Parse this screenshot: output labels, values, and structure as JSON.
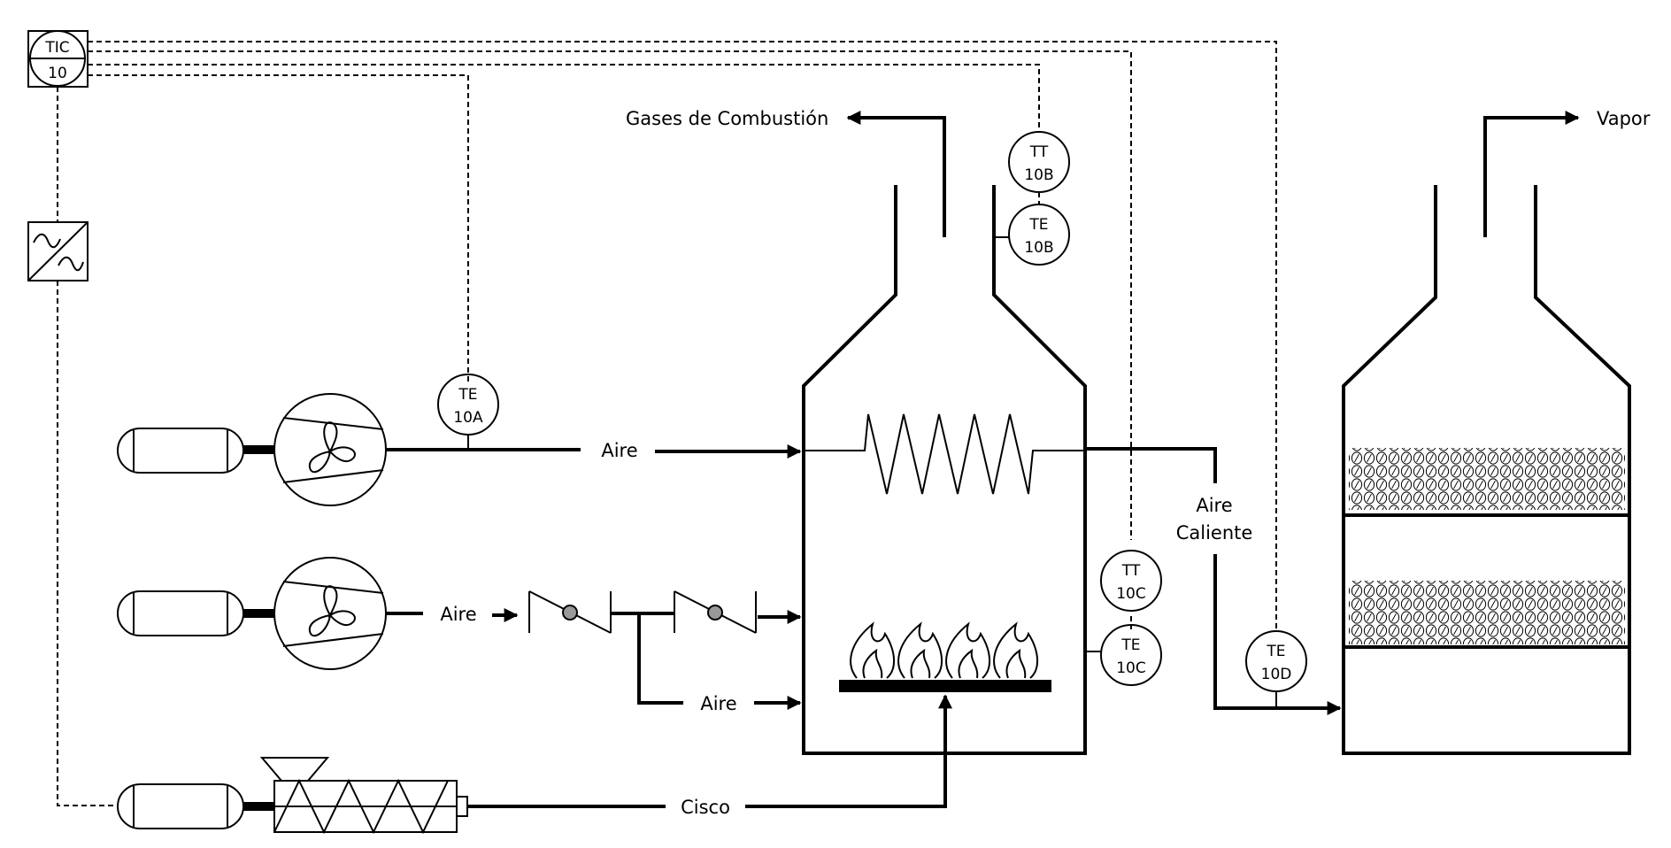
{
  "controller": {
    "tag_top": "TIC",
    "tag_bottom": "10"
  },
  "labels": {
    "flue_gas": "Gases de Combustión",
    "steam": "Vapor",
    "air_1": "Aire",
    "air_2": "Aire",
    "air_3": "Aire",
    "hot_air_1": "Aire",
    "hot_air_2": "Caliente",
    "fuel": "Cisco"
  },
  "instruments": {
    "tt_10b": {
      "top": "TT",
      "bottom": "10B"
    },
    "te_10b": {
      "top": "TE",
      "bottom": "10B"
    },
    "te_10a": {
      "top": "TE",
      "bottom": "10A"
    },
    "tt_10c": {
      "top": "TT",
      "bottom": "10C"
    },
    "te_10c": {
      "top": "TE",
      "bottom": "10C"
    },
    "te_10d": {
      "top": "TE",
      "bottom": "10D"
    }
  }
}
